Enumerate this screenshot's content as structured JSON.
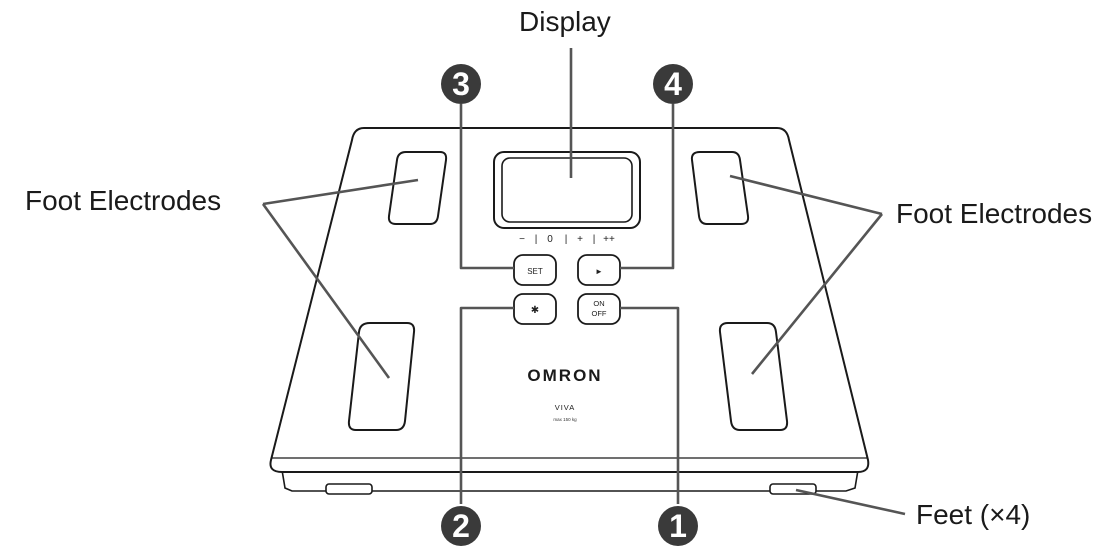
{
  "labels": {
    "display": "Display",
    "foot_electrodes_left": "Foot Electrodes",
    "foot_electrodes_right": "Foot Electrodes",
    "feet": "Feet (×4)"
  },
  "callouts": {
    "one": "1",
    "two": "2",
    "three": "3",
    "four": "4"
  },
  "device": {
    "brand": "OMRON",
    "model": "VIVA",
    "capacity": "max 150 kg",
    "scale_marks": [
      "−",
      "|",
      "0",
      "|",
      "+",
      "|",
      "++"
    ],
    "buttons": {
      "set": "SET",
      "next": "►",
      "bluetooth": "✱",
      "power_line1": "ON",
      "power_line2": "OFF"
    }
  },
  "colors": {
    "line": "#1a1a1a",
    "leader": "#555555",
    "badge": "#3a3a3a"
  }
}
